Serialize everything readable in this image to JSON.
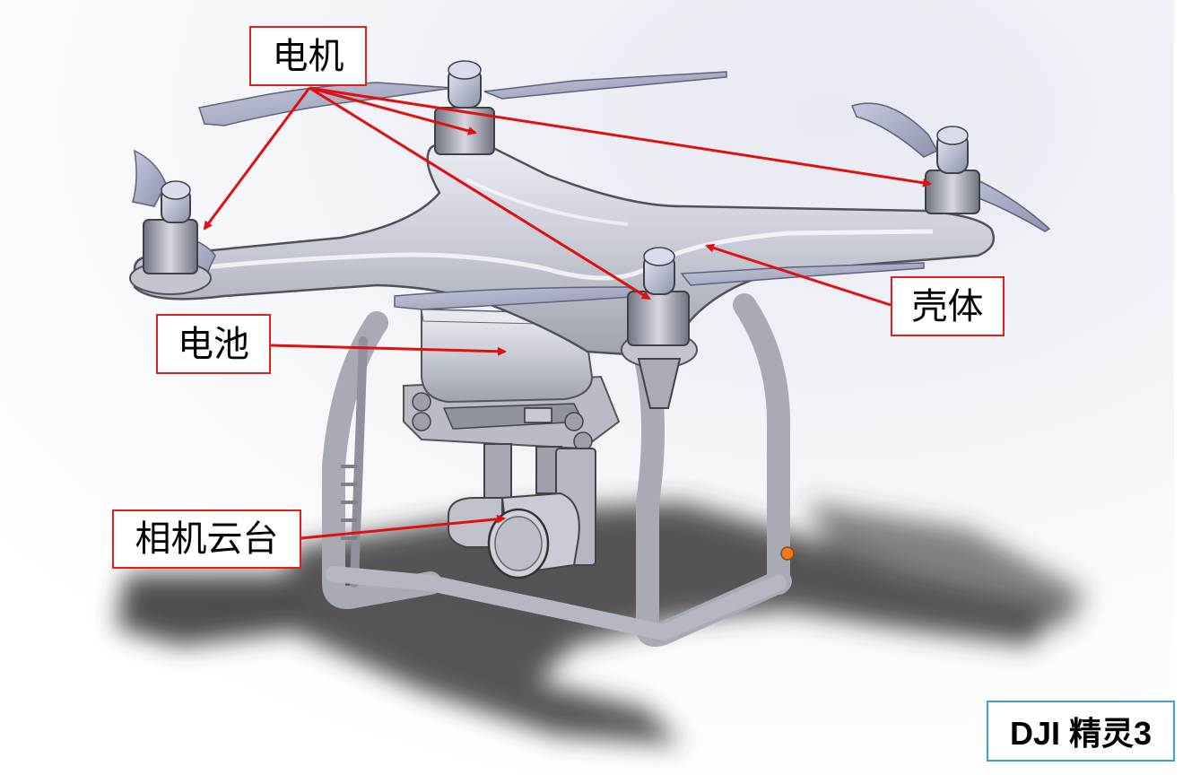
{
  "labels": {
    "motor": "电机",
    "battery": "电池",
    "shell": "壳体",
    "gimbal": "相机云台"
  },
  "badge": "DJI 精灵3",
  "colors": {
    "callout_border": "#e02020",
    "arrow": "#e01010",
    "badge_border": "#3aa0d8",
    "drone_body": "#c9ccd6",
    "propeller": "#a9aec8"
  }
}
